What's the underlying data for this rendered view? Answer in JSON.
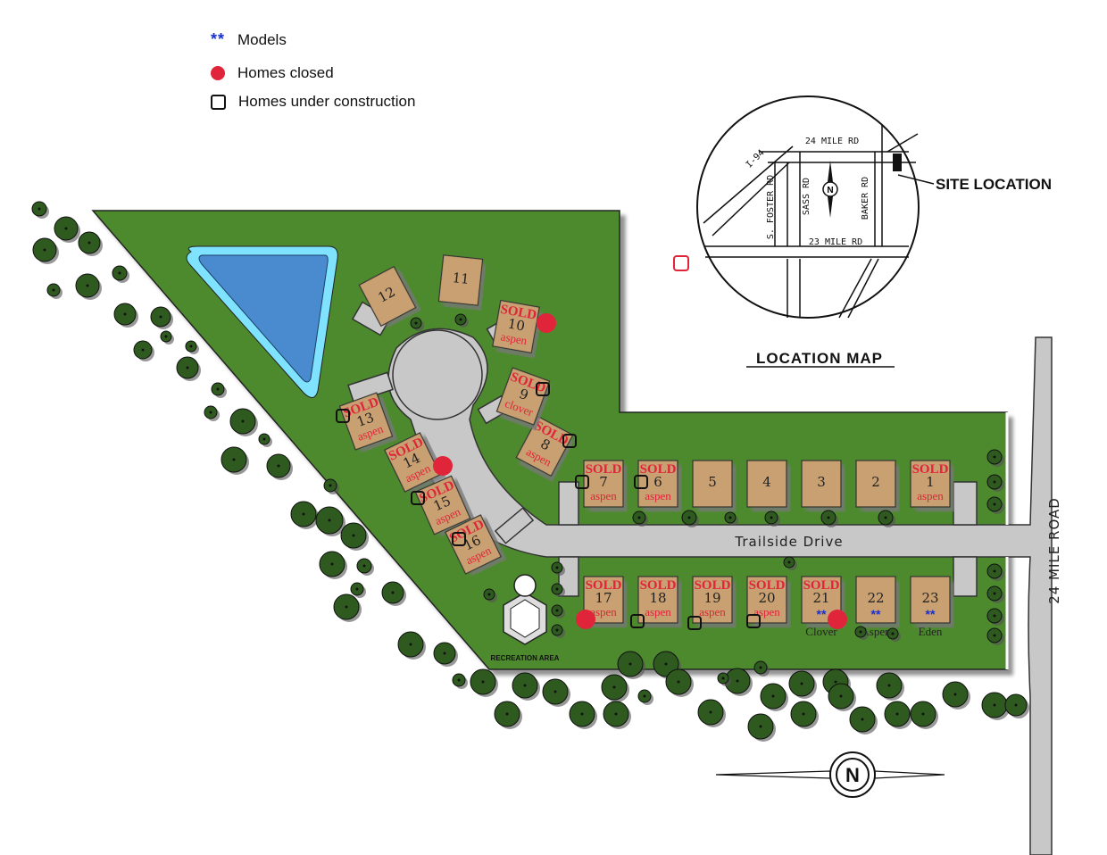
{
  "legend": {
    "models_symbol": "**",
    "models_label": "Models",
    "closed_label": "Homes closed",
    "construction_label": "Homes under construction"
  },
  "location_map": {
    "title": "LOCATION MAP",
    "site_label": "SITE LOCATION",
    "roads": [
      "24 MILE RD",
      "23 MILE RD",
      "S. FOSTER RD",
      "SASS RD",
      "BAKER RD",
      "I-94"
    ],
    "compass_letter": "N"
  },
  "streets": {
    "main": "Trailside Drive",
    "road": "24 MILE ROAD"
  },
  "recreation_label": "RECREATION AREA",
  "compass_letter": "N",
  "lots": [
    {
      "num": "1",
      "sold": "SOLD",
      "model": "aspen"
    },
    {
      "num": "2"
    },
    {
      "num": "3"
    },
    {
      "num": "4"
    },
    {
      "num": "5"
    },
    {
      "num": "6",
      "sold": "SOLD",
      "model": "aspen"
    },
    {
      "num": "7",
      "sold": "SOLD",
      "model": "aspen"
    },
    {
      "num": "8",
      "sold": "SOLD",
      "model": "aspen"
    },
    {
      "num": "9",
      "sold": "SOLD",
      "model": "clover"
    },
    {
      "num": "10",
      "sold": "SOLD",
      "model": "aspen"
    },
    {
      "num": "11"
    },
    {
      "num": "12"
    },
    {
      "num": "13",
      "sold": "SOLD",
      "model": "aspen"
    },
    {
      "num": "14",
      "sold": "SOLD",
      "model": "aspen"
    },
    {
      "num": "15",
      "sold": "SOLD",
      "model": "aspen"
    },
    {
      "num": "16",
      "sold": "SOLD",
      "model": "aspen"
    },
    {
      "num": "17",
      "sold": "SOLD",
      "model": "aspen"
    },
    {
      "num": "18",
      "sold": "SOLD",
      "model": "aspen"
    },
    {
      "num": "19",
      "sold": "SOLD",
      "model": "aspen"
    },
    {
      "num": "20",
      "sold": "SOLD",
      "model": "aspen"
    },
    {
      "num": "21",
      "sold": "SOLD",
      "stars": "**",
      "name": "Clover"
    },
    {
      "num": "22",
      "stars": "**",
      "name": "Aspen"
    },
    {
      "num": "23",
      "stars": "**",
      "name": "Eden"
    }
  ],
  "colors": {
    "grass": "#4e8a2e",
    "lot": "#c9a071",
    "road": "#c8c8c8",
    "pond": "#4a8bd0",
    "sold": "#e0243a",
    "model_star": "#1a2fd0",
    "tree": "#2f5a1f"
  }
}
